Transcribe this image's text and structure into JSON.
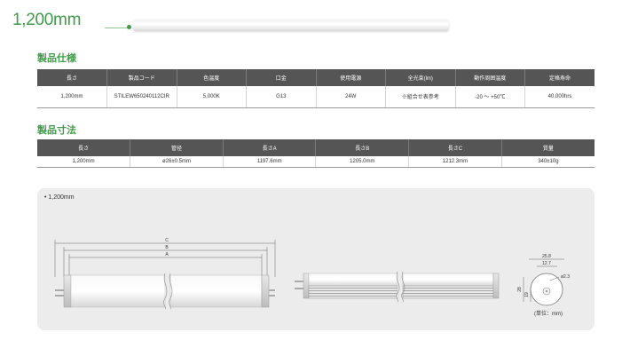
{
  "header": {
    "title": "1,200mm"
  },
  "spec_section": {
    "title": "製品仕様",
    "columns": [
      "長さ",
      "製品コード",
      "色温度",
      "口金",
      "使用電源",
      "全光束(lm)",
      "動作周囲温度",
      "定格寿命"
    ],
    "rows": [
      [
        "1,200mm",
        "STILEW650240112CIR",
        "5,000K",
        "G13",
        "24W",
        "※組合せ表参考",
        "-20 ～ +50℃",
        "40,000hrs"
      ]
    ]
  },
  "dim_section": {
    "title": "製品寸法",
    "columns": [
      "長さ",
      "管径",
      "長さA",
      "長さB",
      "長さC",
      "質量"
    ],
    "rows": [
      [
        "1,200mm",
        "ø26±0.5mm",
        "1197.6mm",
        "1205.0mm",
        "1212.3mm",
        "340±10g"
      ]
    ]
  },
  "drawing": {
    "label": "• 1,200mm",
    "dim_c": "C",
    "dim_b": "B",
    "dim_a": "A",
    "end_w1": "25.8",
    "end_w2": "12.7",
    "end_h1": "28",
    "end_h2": "19",
    "end_pin": "ø2.3",
    "unit_note": "(単位：mm)"
  }
}
